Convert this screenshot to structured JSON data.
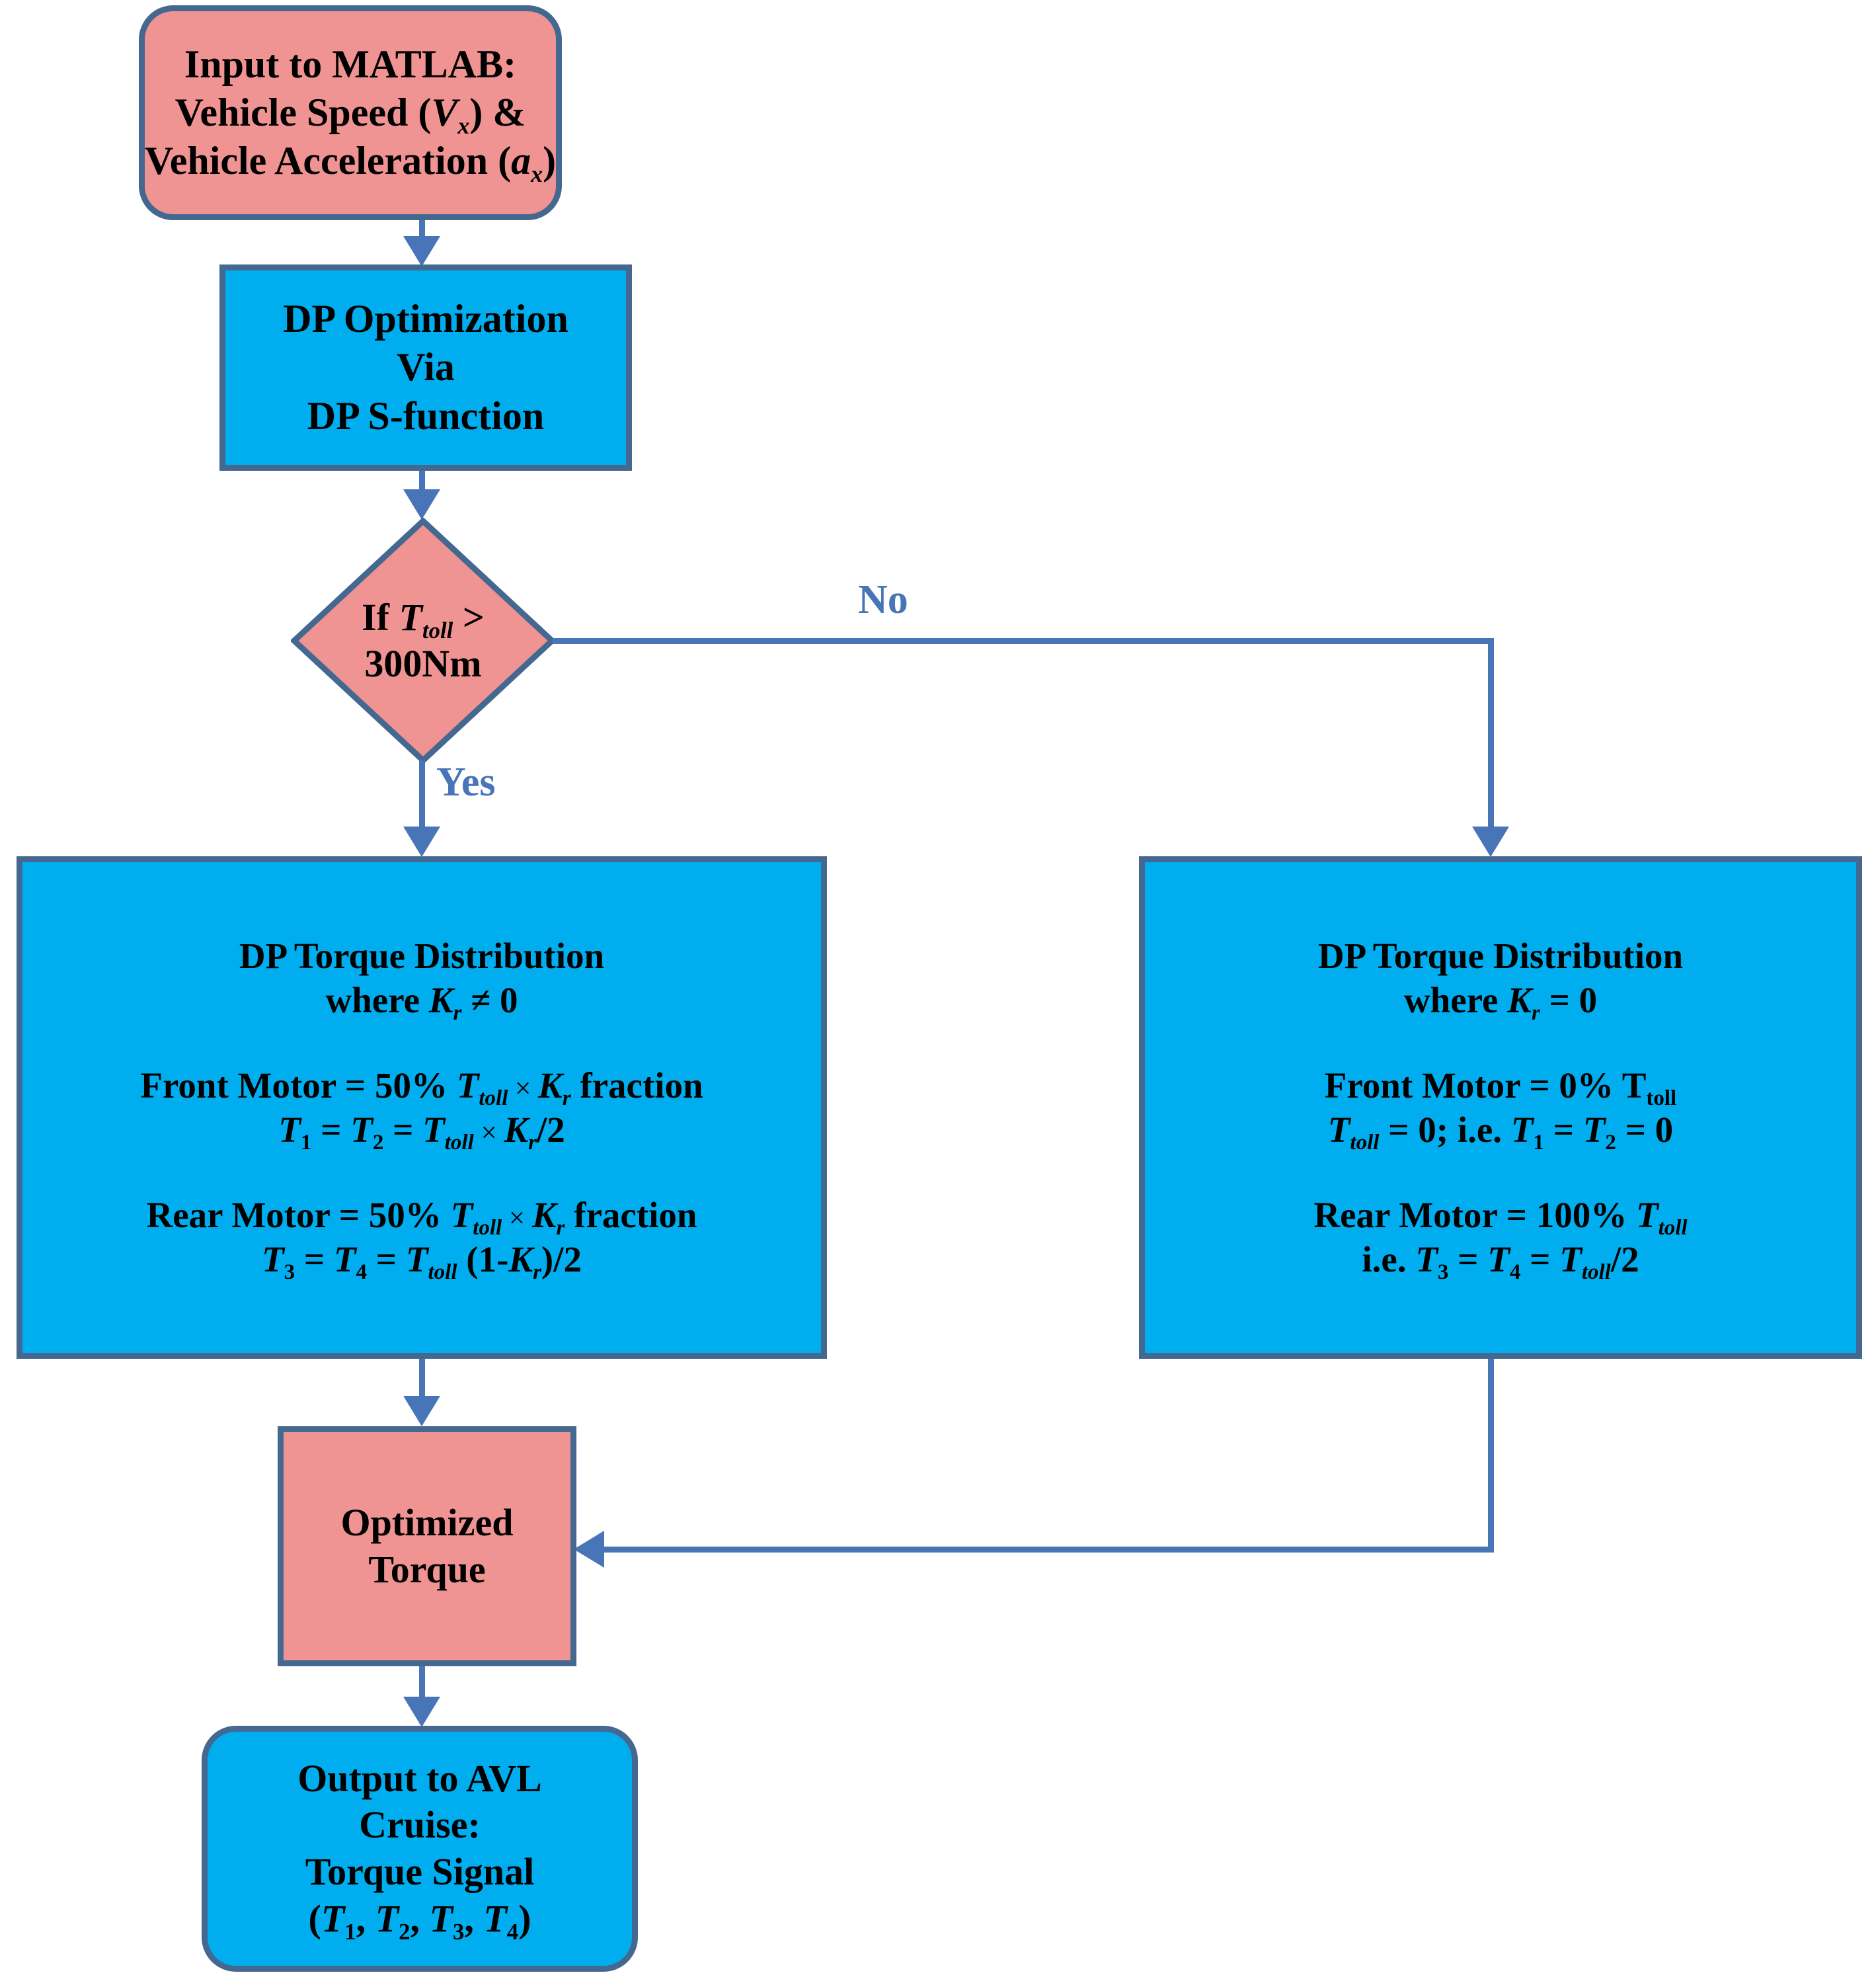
{
  "diagram": {
    "title": "DP torque distribution control flowchart",
    "colors": {
      "pink_fill": "#F09493",
      "blue_fill": "#00AEEF",
      "node_border": "#44688F",
      "connector": "#4874B8",
      "text": "#000000"
    }
  },
  "nodes": {
    "input": {
      "shape": "rounded-rectangle",
      "fill": "pink",
      "lines": [
        "Input to MATLAB:",
        "Vehicle Speed (Vx) &",
        "Vehicle Acceleration (ax)"
      ],
      "line1": "Input to MATLAB:",
      "line2_pre": "Vehicle Speed (",
      "line2_var": "V",
      "line2_sub": "x",
      "line2_post": ") &",
      "line3_pre": "Vehicle Acceleration (",
      "line3_var": "a",
      "line3_sub": "x",
      "line3_post": ")"
    },
    "dp_optimization": {
      "shape": "rectangle",
      "fill": "blue",
      "line1": "DP Optimization",
      "line2": "Via",
      "line3": "DP S-function"
    },
    "decision": {
      "shape": "diamond",
      "fill": "pink",
      "line1_pre": "If ",
      "line1_var": "T",
      "line1_sub": "toll",
      "line1_post": " >",
      "line2": "300Nm"
    },
    "left_branch": {
      "shape": "rectangle",
      "fill": "blue",
      "title_line1": "DP Torque Distribution",
      "title_line2_pre": "where ",
      "title_line2_var": "K",
      "title_line2_sub": "r",
      "title_line2_post": " ≠ 0",
      "front_label": "Front Motor = 50% ",
      "front_var1": "T",
      "front_sub1": "toll",
      "front_mid": " × ",
      "front_var2": "K",
      "front_sub2": "r",
      "front_tail": " fraction",
      "front_eq_t1": "T",
      "front_eq_s1": "1",
      "front_eq_mid1": " = ",
      "front_eq_t2": "T",
      "front_eq_s2": "2",
      "front_eq_mid2": " = ",
      "front_eq_t3": "T",
      "front_eq_s3": "toll",
      "front_eq_x": " × ",
      "front_eq_k": "K",
      "front_eq_ks": "r",
      "front_eq_tail": "/2",
      "rear_label": "Rear Motor = 50% ",
      "rear_var1": "T",
      "rear_sub1": "toll",
      "rear_mid": " × ",
      "rear_var2": "K",
      "rear_sub2": "r",
      "rear_tail": " fraction",
      "rear_eq_t3": "T",
      "rear_eq_s3": "3",
      "rear_eq_mid1": " = ",
      "rear_eq_t4": "T",
      "rear_eq_s4": "4",
      "rear_eq_mid2": " = ",
      "rear_eq_tt": "T",
      "rear_eq_tts": "toll",
      "rear_eq_open": " (1-",
      "rear_eq_k": "K",
      "rear_eq_ks": "r",
      "rear_eq_close": ")/2"
    },
    "right_branch": {
      "shape": "rectangle",
      "fill": "blue",
      "title_line1": "DP Torque Distribution",
      "title_line2_pre": "where ",
      "title_line2_var": "K",
      "title_line2_sub": "r",
      "title_line2_post": " = 0",
      "front_label": "Front Motor = 0% ",
      "front_var": "T",
      "front_sub": "toll",
      "front_eq_tt": "T",
      "front_eq_tts": "toll",
      "front_eq_mid": " = 0; i.e. ",
      "front_eq_t1": "T",
      "front_eq_s1": "1",
      "front_eq_eq1": " = ",
      "front_eq_t2": "T",
      "front_eq_s2": "2",
      "front_eq_tail": " = 0",
      "rear_label": "Rear Motor = 100% ",
      "rear_var": "T",
      "rear_sub": "toll",
      "rear_eq_pre": "i.e. ",
      "rear_eq_t3": "T",
      "rear_eq_s3": "3",
      "rear_eq_mid1": " = ",
      "rear_eq_t4": "T",
      "rear_eq_s4": "4",
      "rear_eq_mid2": " = ",
      "rear_eq_tt": "T",
      "rear_eq_tts": "toll",
      "rear_eq_tail": "/2"
    },
    "optimized": {
      "shape": "rectangle",
      "fill": "pink",
      "line1": "Optimized",
      "line2": "Torque"
    },
    "output": {
      "shape": "rounded-rectangle",
      "fill": "blue",
      "line1": "Output to AVL",
      "line2": "Cruise:",
      "line3": "Torque Signal",
      "line4_open": "(",
      "line4_t1": "T",
      "line4_s1": "1",
      "line4_c1": ", ",
      "line4_t2": "T",
      "line4_s2": "2",
      "line4_c2": ", ",
      "line4_t3": "T",
      "line4_s3": "3",
      "line4_c3": ", ",
      "line4_t4": "T",
      "line4_s4": "4",
      "line4_close": ")"
    }
  },
  "branch_labels": {
    "yes": "Yes",
    "no": "No"
  }
}
